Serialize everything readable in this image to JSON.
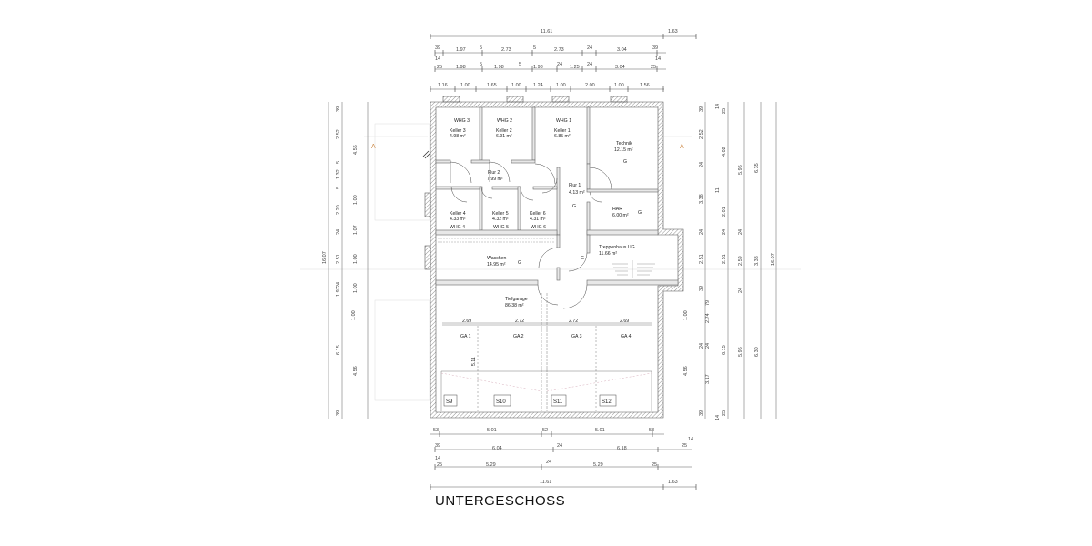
{
  "title": "UNTERGESCHOSS",
  "dims_top": {
    "overall": "11.61",
    "overall_right": "1.63",
    "row1": [
      "39",
      "1.97",
      "5",
      "2.73",
      "5",
      "2.73",
      "24",
      "3.04",
      "39"
    ],
    "row2": [
      "14",
      "25",
      "1.98",
      "5",
      "1.98",
      "5",
      "1.98",
      "24",
      "1.25",
      "24",
      "3.04",
      "25",
      "14"
    ],
    "row3": [
      "1.16",
      "1.00",
      "1.65",
      "1.00",
      "1.24",
      "1.00",
      "2.00",
      "1.00",
      "1.56"
    ]
  },
  "dims_bottom": {
    "row1": [
      "53",
      "5.01",
      "52",
      "5.01",
      "53"
    ],
    "row2": [
      "39",
      "6.04",
      "24",
      "6.18",
      "25",
      "14"
    ],
    "row3": [
      "14",
      "25",
      "5.29",
      "24",
      "5.29",
      "25"
    ],
    "overall": "11.61",
    "overall_right": "1.63"
  },
  "dims_left": {
    "overall": "16.07",
    "col1": [
      "39",
      "2.52",
      "5",
      "1.32",
      "5",
      "2.20",
      "24",
      "2.51",
      "24",
      "1.97",
      "1.00",
      "6.15",
      "39"
    ],
    "col2": [
      "4.56",
      "1.00",
      "1.07",
      "1.00",
      "1.00",
      "4.56"
    ]
  },
  "dims_right": {
    "col1": [
      "39",
      "2.52",
      "24",
      "3.38",
      "24",
      "2.51",
      "39",
      "1.00",
      "24",
      "4.56",
      "39"
    ],
    "col2": [
      "14",
      "25",
      "4.02",
      "11",
      "2.01",
      "24",
      "2.51",
      "79",
      "2.74",
      "24",
      "3.17",
      "25",
      "14"
    ],
    "col3": [
      "5.96",
      "24",
      "2.59",
      "24",
      "6.15",
      "5.96"
    ],
    "col4": [
      "6.35",
      "3.38",
      "6.30"
    ],
    "overall": "16.07"
  },
  "section_marks": [
    "A",
    "A"
  ],
  "rooms": [
    {
      "tag": "WHG 3",
      "name": "Keller 3",
      "area": "4.98 m²"
    },
    {
      "tag": "WHG 2",
      "name": "Keller 2",
      "area": "6.91 m²"
    },
    {
      "tag": "WHG 1",
      "name": "Keller 1",
      "area": "6.85 m²"
    },
    {
      "name": "Technik",
      "area": "12.15 m²",
      "g": "G"
    },
    {
      "name": "Flur 2",
      "area": "7.99 m²"
    },
    {
      "name": "Flur 1",
      "area": "4.13 m²",
      "g": "G"
    },
    {
      "name": "Keller 4",
      "area": "4.33 m²",
      "tag": "WHG 4"
    },
    {
      "name": "Keller 5",
      "area": "4.32 m²",
      "tag": "WHG 5"
    },
    {
      "name": "Keller 6",
      "area": "4.31 m²",
      "tag": "WHG 6"
    },
    {
      "name": "HAR",
      "area": "6.00 m²",
      "g": "G"
    },
    {
      "name": "Waschen",
      "area": "14.95 m²",
      "g": "G"
    },
    {
      "name": "Treppenhaus UG",
      "area": "11.66 m²",
      "g": "G"
    },
    {
      "name": "Tiefgarage",
      "area": "86.38 m²"
    }
  ],
  "garage": {
    "widths": [
      "2.69",
      "2.72",
      "2.72",
      "2.69"
    ],
    "bays": [
      "GA 1",
      "GA 2",
      "GA 3",
      "GA 4"
    ],
    "depth": "5.11",
    "spaces": [
      "S9",
      "S10",
      "S11",
      "S12"
    ]
  }
}
